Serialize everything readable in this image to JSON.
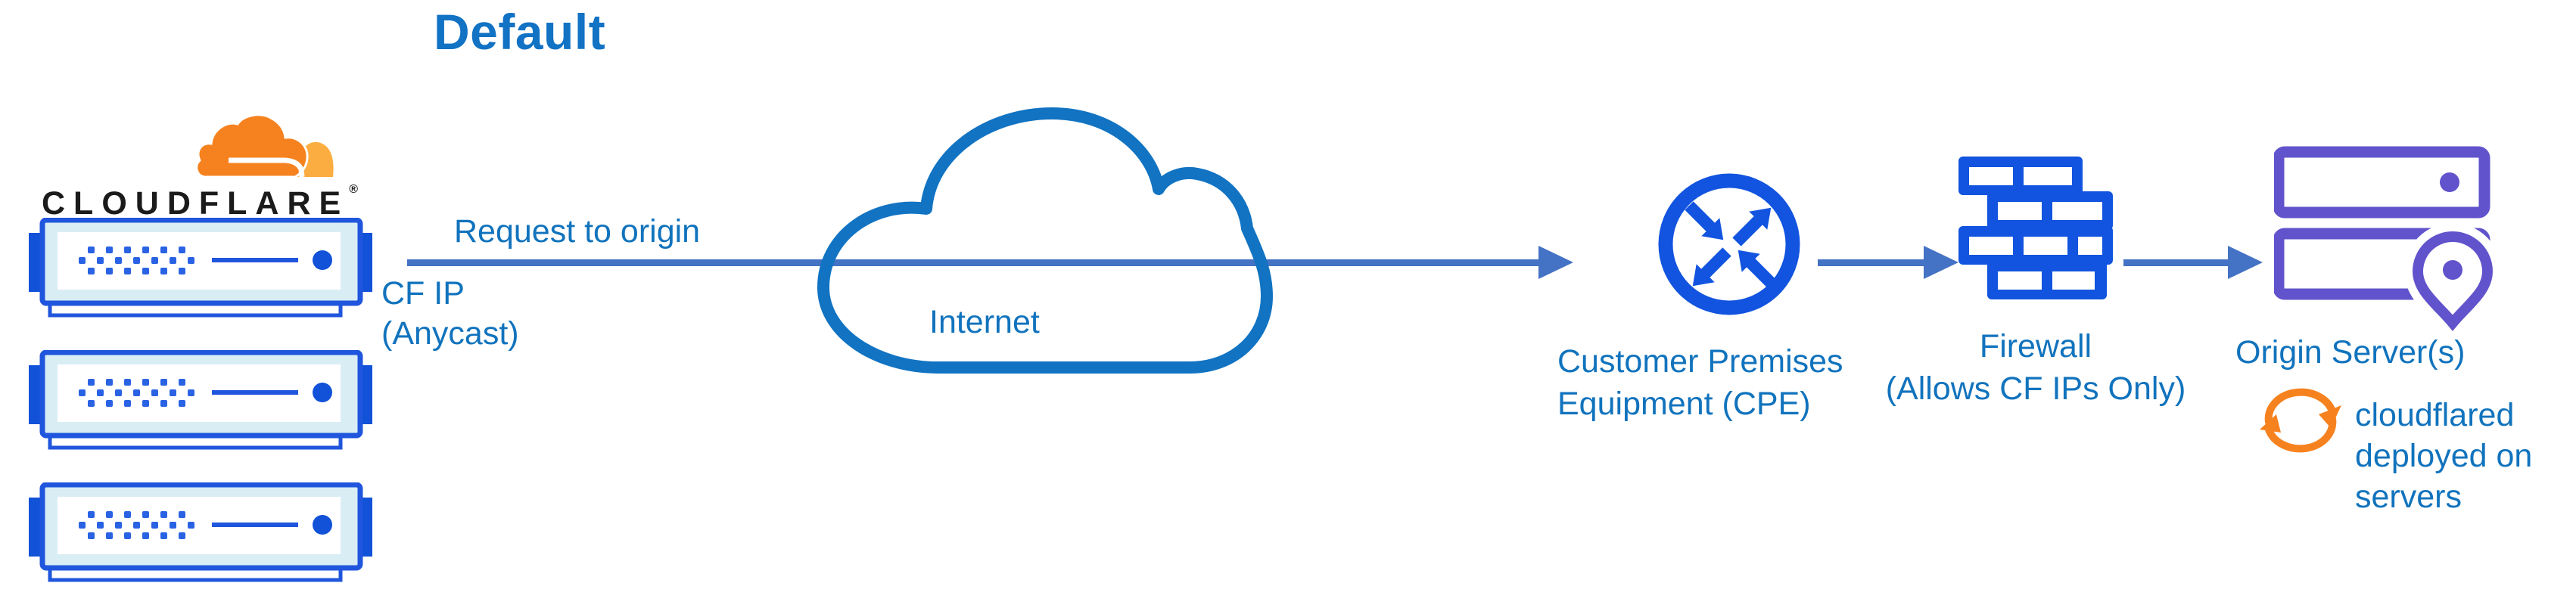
{
  "diagram_title": "Default",
  "cloudflare_node": {
    "wordmark": "CLOUDFLARE",
    "registered_mark": "®"
  },
  "flow": {
    "request_label": "Request to origin",
    "cf_ip_line1": "CF IP",
    "cf_ip_line2": "(Anycast)"
  },
  "internet_node": {
    "label": "Internet"
  },
  "cpe_node": {
    "label_line1": "Customer Premises",
    "label_line2": "Equipment (CPE)"
  },
  "firewall_node": {
    "label_line1": "Firewall",
    "label_line2": "(Allows CF IPs Only)"
  },
  "origin_node": {
    "label": "Origin Server(s)",
    "note_line1": "cloudflared",
    "note_line2": "deployed on",
    "note_line3": "servers"
  },
  "colors": {
    "title_blue": "#1272C4",
    "label_blue": "#1173BD",
    "arrow_blue": "#4472C4",
    "icon_blue": "#1254DF",
    "server_outline_blue": "#2056DD",
    "server_tab_blue": "#1152D8",
    "server_fill_light": "#D9EDF5",
    "cloud_outline_blue": "#1173C2",
    "origin_purple": "#6153CB",
    "cloudflare_orange": "#F6821F",
    "cloudflare_orange_light": "#FBAD41",
    "wordmark_black": "#1B1B1B"
  }
}
